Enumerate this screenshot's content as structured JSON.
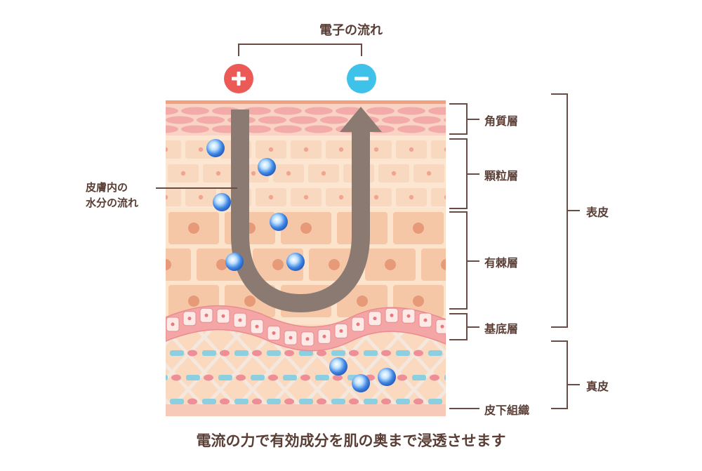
{
  "header": {
    "title": "電子の流れ"
  },
  "electrodes": {
    "positive": {
      "symbol": "+",
      "color": "#ec5a57"
    },
    "negative": {
      "symbol": "−",
      "color": "#3fc2ea"
    }
  },
  "annotation": {
    "line1": "皮膚内の",
    "line2": "水分の流れ"
  },
  "layers": {
    "kakushitsu": "角質層",
    "karyuu": "顆粒層",
    "yuukyoku": "有棘層",
    "kitei": "基底層",
    "hihyou": "表皮",
    "shinpi": "真皮",
    "hika": "皮下組織"
  },
  "caption": "電流の力で有効成分を肌の奥まで浸透させます",
  "colors": {
    "text": "#5a3e36",
    "bracket": "#6b4c44",
    "arrow": "#8a7a72",
    "skin_light": "#fbe3cc",
    "skin_mid": "#f5c9a8",
    "pink": "#f2a3a6"
  }
}
